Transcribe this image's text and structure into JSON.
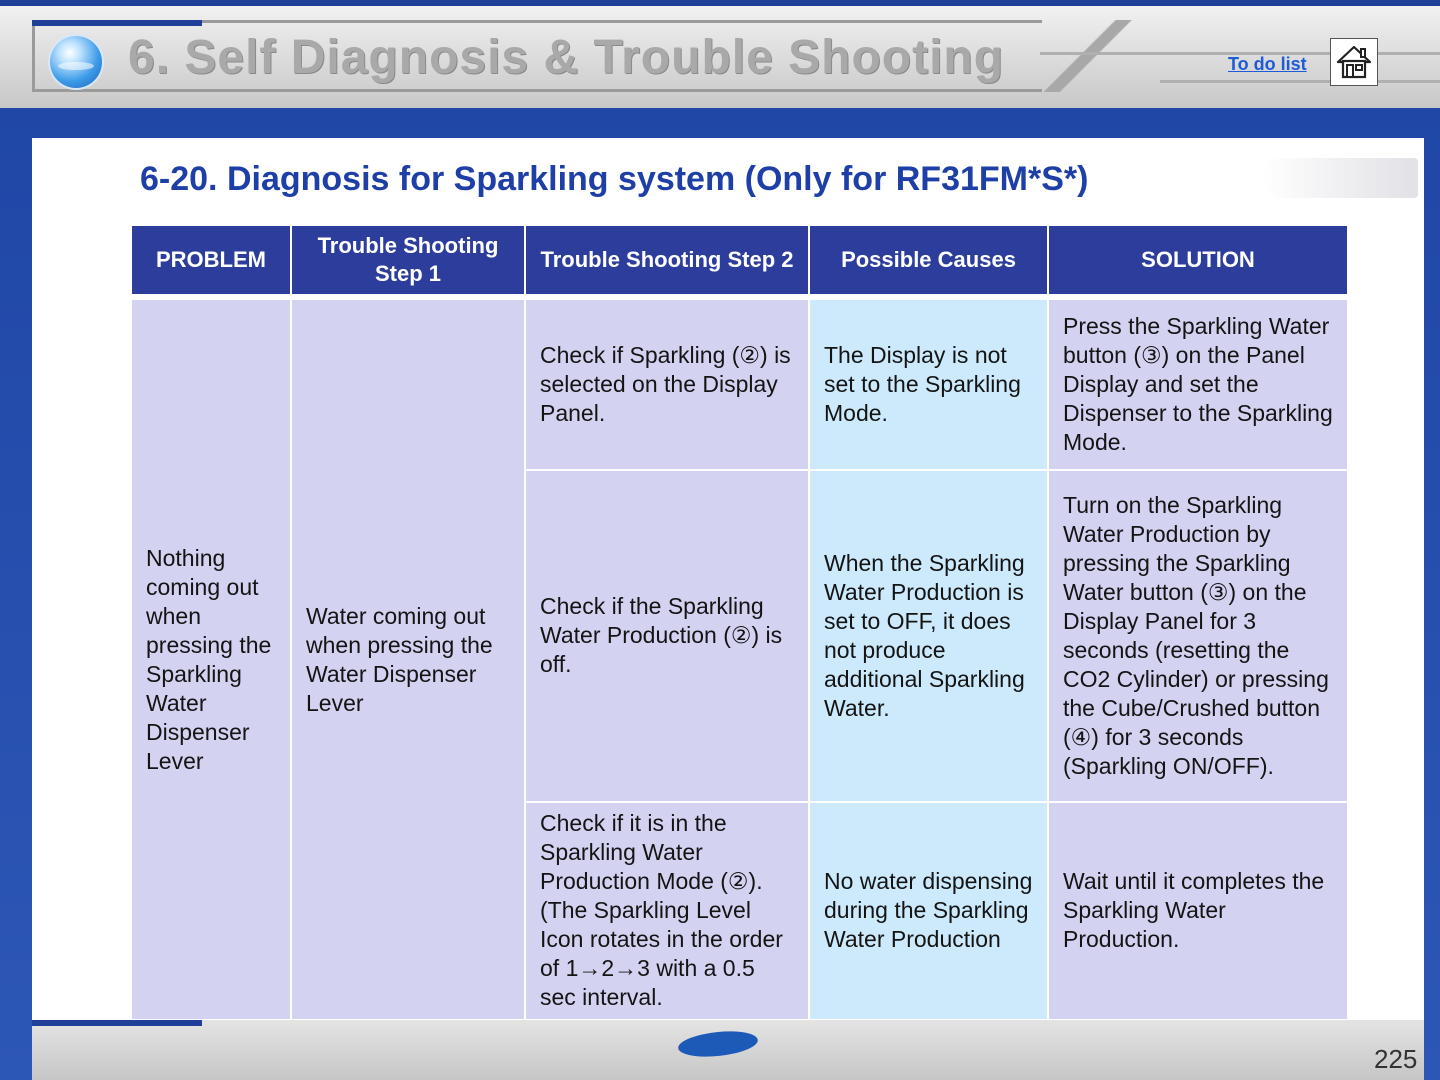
{
  "header": {
    "title": "6. Self Diagnosis & Trouble Shooting",
    "todo_link": "To do list"
  },
  "section": {
    "title": "6-20. Diagnosis for Sparkling system (Only for RF31FM*S*)"
  },
  "table": {
    "columns": [
      "PROBLEM",
      "Trouble Shooting Step 1",
      "Trouble Shooting Step 2",
      "Possible Causes",
      "SOLUTION"
    ],
    "problem": "Nothing coming out when pressing the Sparkling Water Dispenser Lever",
    "step1": "Water coming out when pressing the Water Dispenser Lever",
    "rows": [
      {
        "step2": "Check if Sparkling (②) is selected on the Display Panel.",
        "cause": "The Display is not set to the Sparkling Mode.",
        "solution": "Press the Sparkling Water button (③) on the Panel Display and set the Dispenser to the Sparkling Mode."
      },
      {
        "step2": "Check if the Sparkling Water Production (②) is off.",
        "cause": "When the Sparkling Water Production is set to OFF, it does not produce additional Sparkling Water.",
        "solution": "Turn on the Sparkling Water Production by pressing the Sparkling Water button (③) on the Display Panel for 3 seconds (resetting the CO2 Cylinder) or pressing the Cube/Crushed button (④) for 3 seconds (Sparkling ON/OFF)."
      },
      {
        "step2": "Check if it is in the Sparkling Water Production Mode (②). (The Sparkling Level Icon rotates in the order of 1→2→3 with a 0.5 sec interval.",
        "cause": "No water dispensing during the Sparkling Water Production",
        "solution": "Wait until it completes the Sparkling Water Production."
      }
    ]
  },
  "footer": {
    "page_number": "225"
  },
  "colors": {
    "header_blue": "#2d3d9c",
    "title_blue": "#1e3fa6",
    "lavender_cell": "#d4d2f1",
    "cyan_cell": "#cdeafc",
    "frame_blue": "#2047a6",
    "link_blue": "#1e5bd6"
  },
  "icons": [
    "globe-icon",
    "home-icon"
  ]
}
